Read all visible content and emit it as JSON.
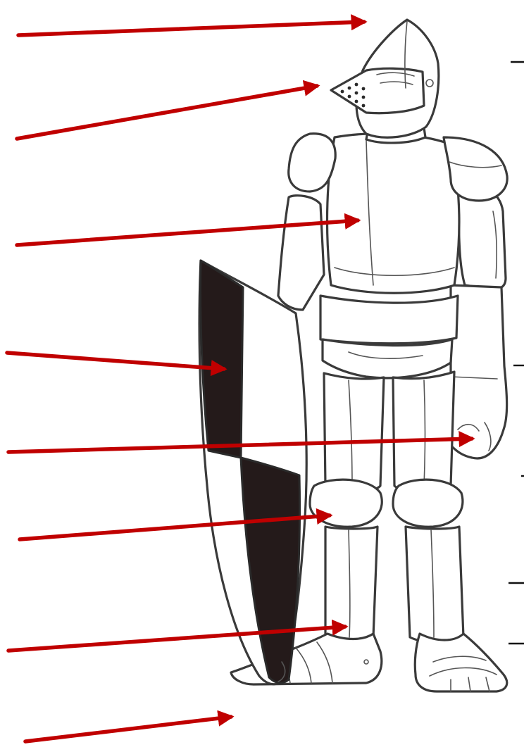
{
  "title": "",
  "colors": {
    "arrow": "#c00000",
    "ink": "#3a3a3a",
    "shield_dark": "#241a1a",
    "background": "#ffffff"
  },
  "icons": [
    "arrow-right-icon"
  ],
  "labels": [
    {
      "id": "helmet-top",
      "text": ""
    },
    {
      "id": "visor",
      "text": ""
    },
    {
      "id": "breastplate",
      "text": ""
    },
    {
      "id": "shield",
      "text": ""
    },
    {
      "id": "gauntlet",
      "text": ""
    },
    {
      "id": "knee-guard",
      "text": ""
    },
    {
      "id": "greave",
      "text": ""
    },
    {
      "id": "sabaton",
      "text": ""
    }
  ]
}
